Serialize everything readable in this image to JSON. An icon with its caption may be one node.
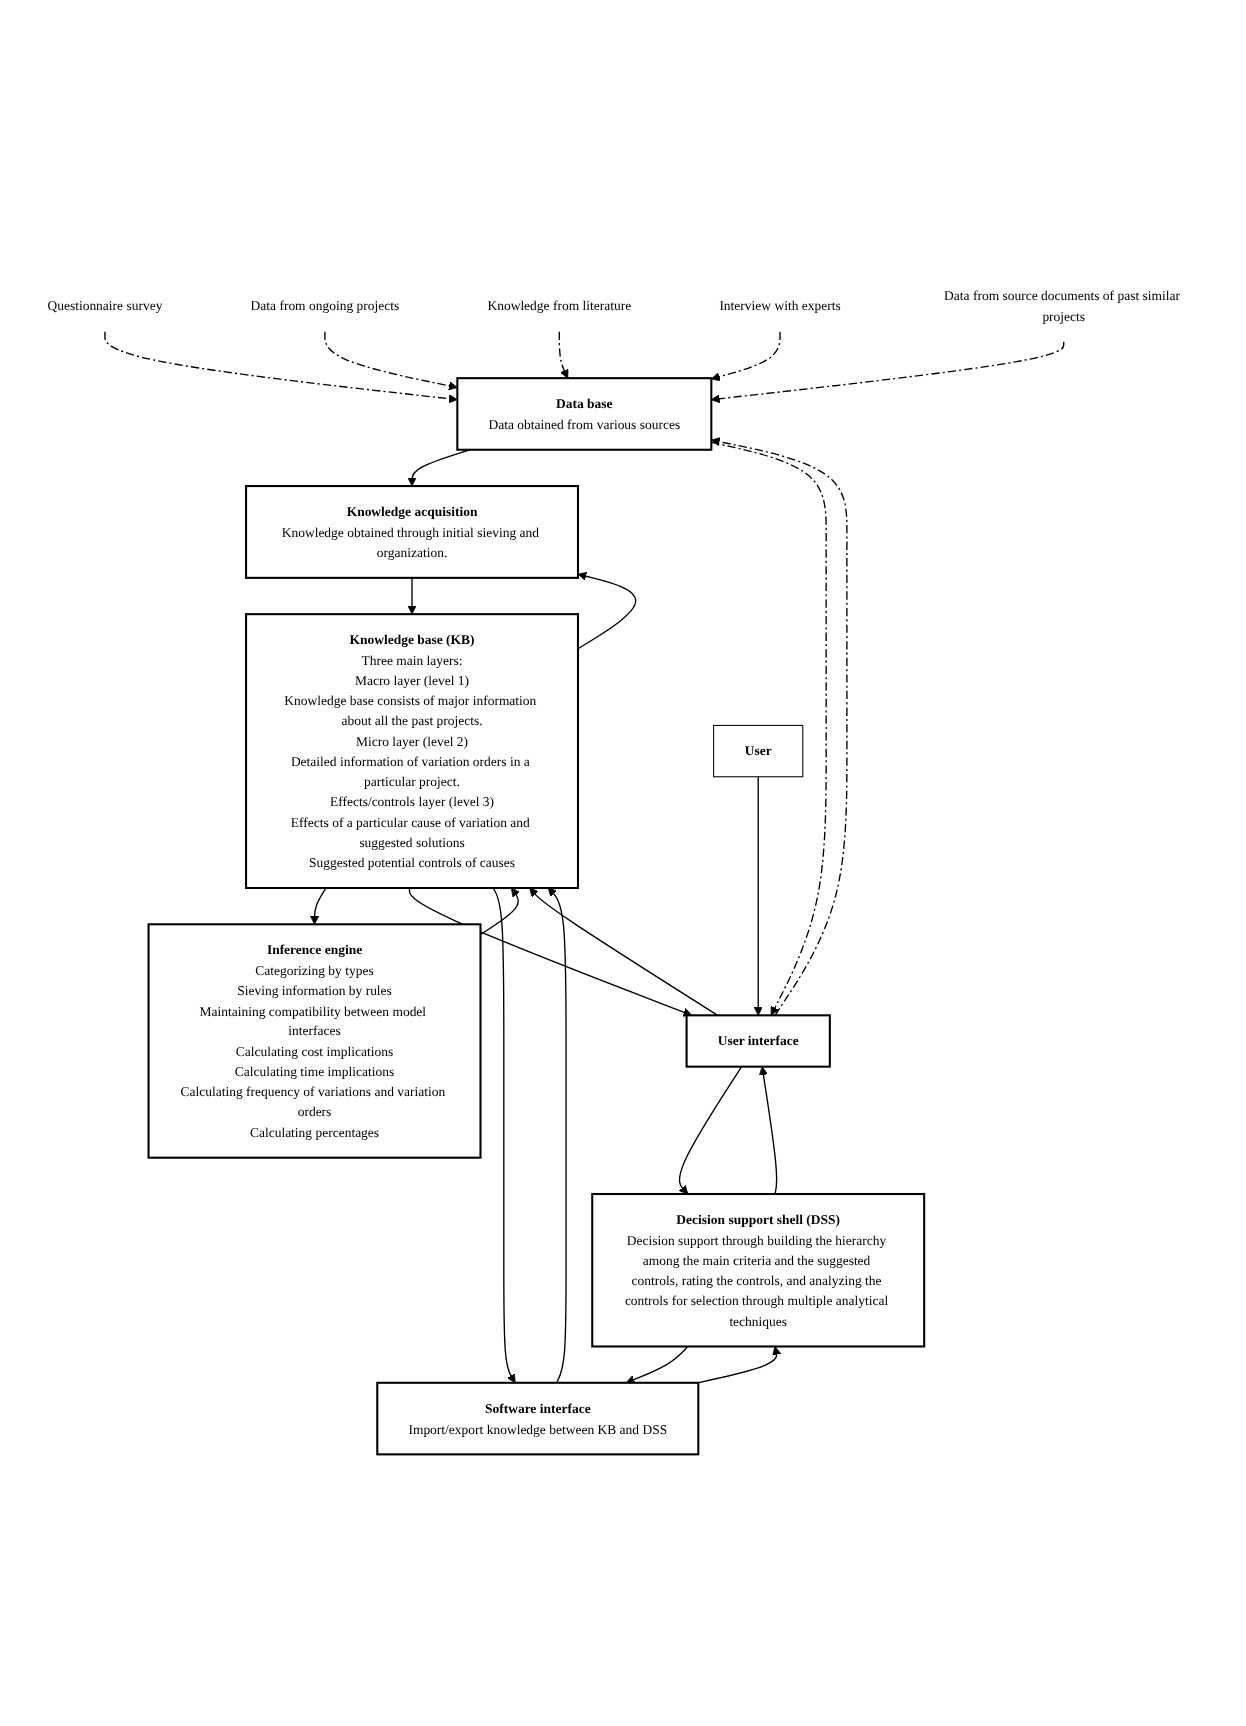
{
  "diagram": {
    "nodes": [
      {
        "text": [
          "Questionnaire survey"
        ]
      },
      {
        "text": [
          "Data from ongoing projects"
        ]
      },
      {
        "text": [
          "Knowledge from literature"
        ]
      },
      {
        "text": [
          "Interview with experts"
        ]
      },
      {
        "text": [
          "Data base",
          "Data obtained from various sources"
        ]
      },
      {
        "text": [
          "Data from source documents of past similar projects"
        ]
      },
      {
        "text": [
          "Knowledge acquisition",
          "Knowledge obtained through initial sieving and organization."
        ]
      },
      {
        "text": [
          "Knowledge base (KB)",
          "Three main layers:",
          "Macro layer (level 1)",
          "Knowledge base consists of major information about all the past projects.",
          "Micro layer (level 2)",
          "Detailed information of variation orders in a particular project.",
          "Effects/controls layer (level 3)",
          "Effects of a particular cause of variation and suggested solutions",
          "Suggested potential controls of causes"
        ]
      },
      {
        "text": [
          "Inference engine",
          "Categorizing by types",
          "Sieving information by rules",
          "Maintaining compatibility between model interfaces",
          "Calculating cost implications",
          "Calculating time implications",
          "Calculating frequency of variations and variation orders",
          "Calculating percentages"
        ]
      },
      {
        "text": [
          "Software interface",
          "Import/export knowledge between KB and DSS"
        ]
      },
      {
        "text": [
          "User interface"
        ]
      },
      {
        "text": [
          "Decision support shell (DSS)",
          "Decision support through building the hierarchy among the main criteria and the suggested controls, rating the controls, and analyzing the controls for selection through multiple analytical techniques"
        ]
      },
      {
        "text": [
          "User"
        ]
      }
    ],
    "edges": [
      {
        "from": 0,
        "to": 4,
        "arrow": "to",
        "style": "dashed"
      },
      {
        "from": 1,
        "to": 4,
        "arrow": "to",
        "style": "dashed"
      },
      {
        "from": 2,
        "to": 4,
        "arrow": "to",
        "style": "dashed"
      },
      {
        "from": 3,
        "to": 4,
        "arrow": "to",
        "style": "dashed"
      },
      {
        "from": 5,
        "to": 4,
        "arrow": "to",
        "style": "dashed"
      },
      {
        "from": 4,
        "to": 6,
        "arrow": "to"
      },
      {
        "from": 6,
        "to": 7,
        "arrow": "to"
      },
      {
        "from": 7,
        "to": 6,
        "arrow": "to"
      },
      {
        "from": 8,
        "to": 7,
        "arrow": "to"
      },
      {
        "from": 7,
        "to": 8,
        "arrow": "to"
      },
      {
        "from": 7,
        "to": 10,
        "arrow": "to"
      },
      {
        "from": 10,
        "to": 7,
        "arrow": "to"
      },
      {
        "from": 7,
        "to": 9,
        "arrow": "to"
      },
      {
        "from": 9,
        "to": 7,
        "arrow": "to"
      },
      {
        "from": 10,
        "to": 11,
        "arrow": "to"
      },
      {
        "from": 11,
        "to": 10,
        "arrow": "to"
      },
      {
        "from": 11,
        "to": 9,
        "arrow": "to"
      },
      {
        "from": 9,
        "to": 11,
        "arrow": "to"
      },
      {
        "from": 12,
        "to": 10,
        "arrow": "to"
      },
      {
        "from": 4,
        "to": 10,
        "arrow": "to",
        "style": "dashed"
      },
      {
        "from": 10,
        "to": 4,
        "arrow": "to",
        "style": "dashed"
      }
    ]
  }
}
